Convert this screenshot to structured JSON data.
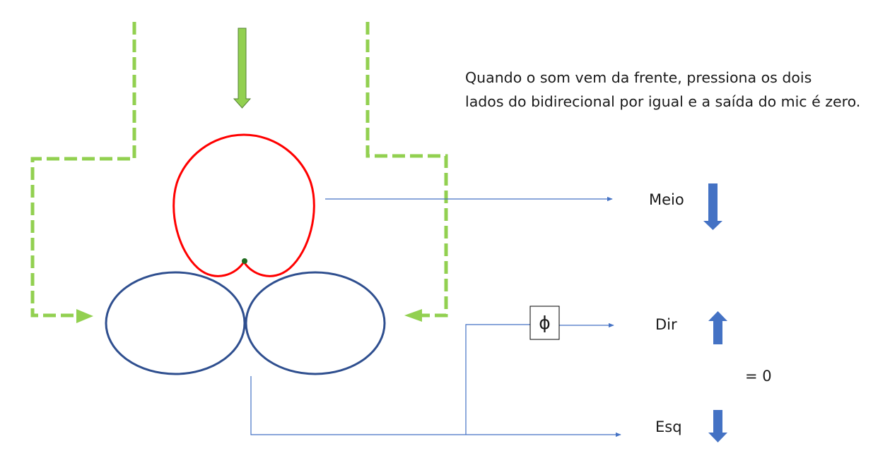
{
  "caption": {
    "line1": "Quando o som vem da frente, pressiona os dois",
    "line2": "lados do bidirecional por igual e a saída do mic é zero."
  },
  "labels": {
    "mid": "Meio",
    "right": "Dir",
    "left": "Esq",
    "result": "= 0",
    "phase_symbol": "ϕ"
  },
  "colors": {
    "cardioid": "#ff0000",
    "figure_eight": "#2f4f8f",
    "sound_path": "#92d050",
    "signal_line": "#4472c4",
    "polarity_arrow": "#4472c4"
  },
  "icons": {
    "incoming_sound": "arrow-down-icon",
    "mid_polarity": "arrow-down-icon",
    "right_polarity": "arrow-up-icon",
    "left_polarity": "arrow-down-icon"
  }
}
